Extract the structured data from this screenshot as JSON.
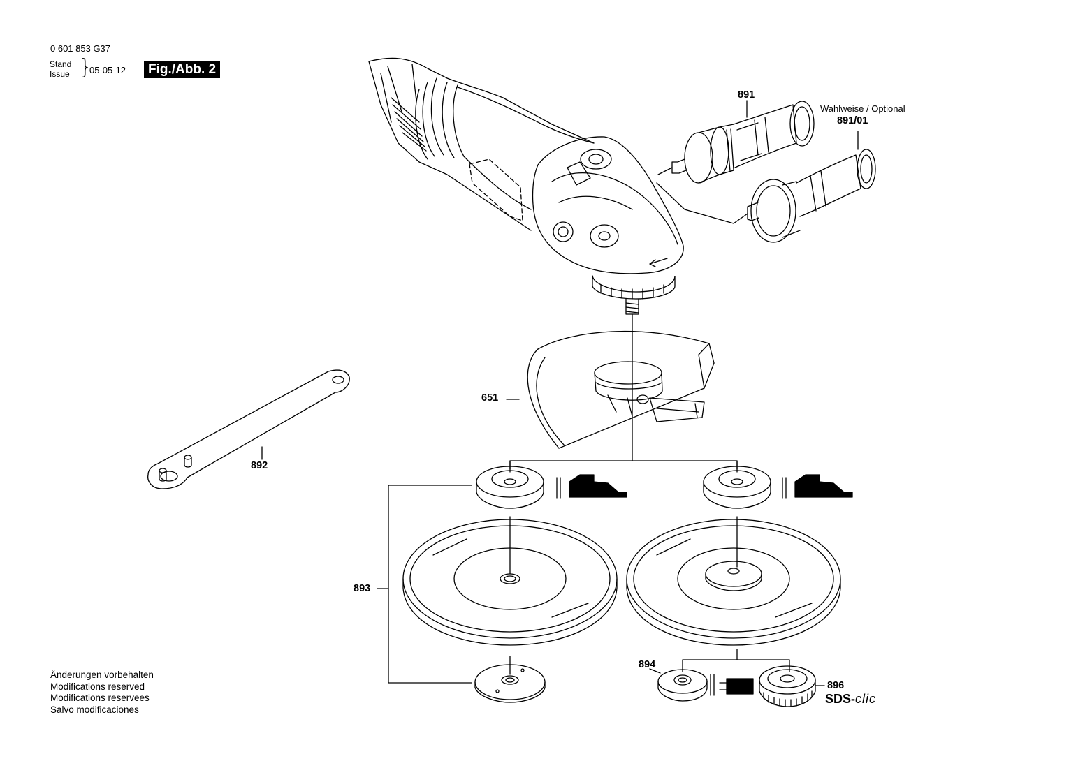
{
  "header": {
    "doc_number": "0 601 853 G37",
    "stand_label": "Stand",
    "issue_label": "Issue",
    "brace": "}",
    "date": "05-05-12",
    "figure_label": "Fig./Abb. 2"
  },
  "callouts": {
    "guard": "651",
    "handle": "891",
    "handle_optional": "891/01",
    "optional_note": "Wahlweise / Optional",
    "spanner": "892",
    "flange_set": "893",
    "clamp_nut": "894",
    "quick_nut": "896",
    "quick_nut_brand_prefix": "SDS-",
    "quick_nut_brand_suffix": "clic"
  },
  "footer": {
    "lines": [
      "Änderungen vorbehalten",
      "Modifications reserved",
      "Modifications reservees",
      "Salvo modificaciones"
    ]
  },
  "colors": {
    "ink": "#000000",
    "paper": "#ffffff"
  }
}
